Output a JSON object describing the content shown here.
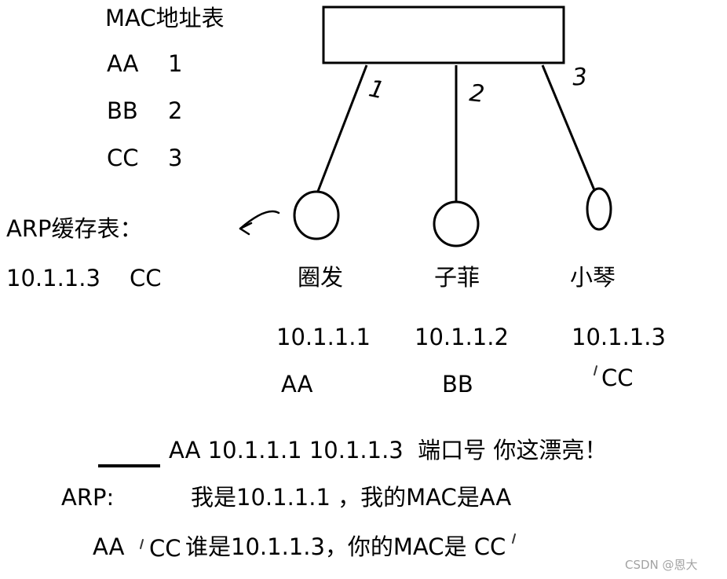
{
  "mac_table": {
    "title": "MAC地址表",
    "rows": [
      {
        "mac": "AA",
        "port": "1"
      },
      {
        "mac": "BB",
        "port": "2"
      },
      {
        "mac": "CC",
        "port": "3"
      }
    ]
  },
  "arp_table": {
    "title": "ARP缓存表：",
    "entry": {
      "ip": "10.1.1.3",
      "mac": "CC"
    }
  },
  "switch_ports": [
    "1",
    "2",
    "3"
  ],
  "hosts": [
    {
      "name": "圈发",
      "ip": "10.1.1.1",
      "mac": "AA"
    },
    {
      "name": "子菲",
      "ip": "10.1.1.2",
      "mac": "BB"
    },
    {
      "name": "小琴",
      "ip": "10.1.1.3",
      "mac": "CC"
    }
  ],
  "messages": {
    "frame_text": "AA 10.1.1.1 10.1.1.3  端口号 你这漂亮！",
    "arp_label": "ARP:",
    "arp_announce": "我是10.1.1.1 ，我的MAC是AA",
    "reply_src": "AA",
    "reply_dst": "CC",
    "reply_text": "谁是10.1.1.3，你的MAC是 CC"
  },
  "watermark": "CSDN @恩大",
  "colors": {
    "ink": "#000000",
    "watermark": "#a3a3a3"
  }
}
